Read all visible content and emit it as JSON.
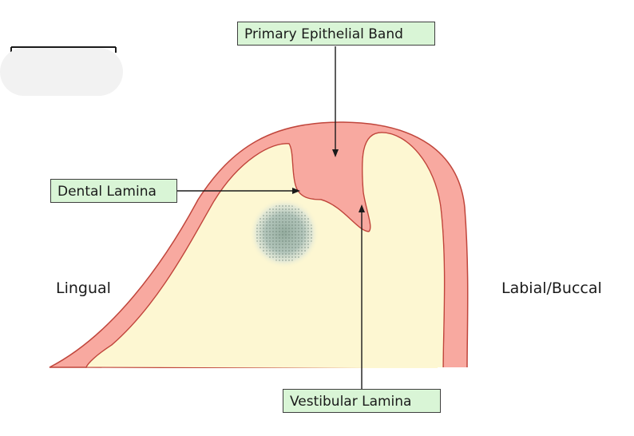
{
  "diagram": {
    "labels": {
      "primary_band": "Primary Epithelial Band",
      "dental_lamina": "Dental Lamina",
      "vestibular_lamina": "Vestibular Lamina",
      "lingual": "Lingual",
      "labial_buccal": "Labial/Buccal"
    },
    "colors": {
      "epithelium": "#f8a9a0",
      "mesenchyme": "#fdf7d2",
      "label_fill": "#d9f5d6",
      "outline": "#2a2a2a"
    }
  }
}
